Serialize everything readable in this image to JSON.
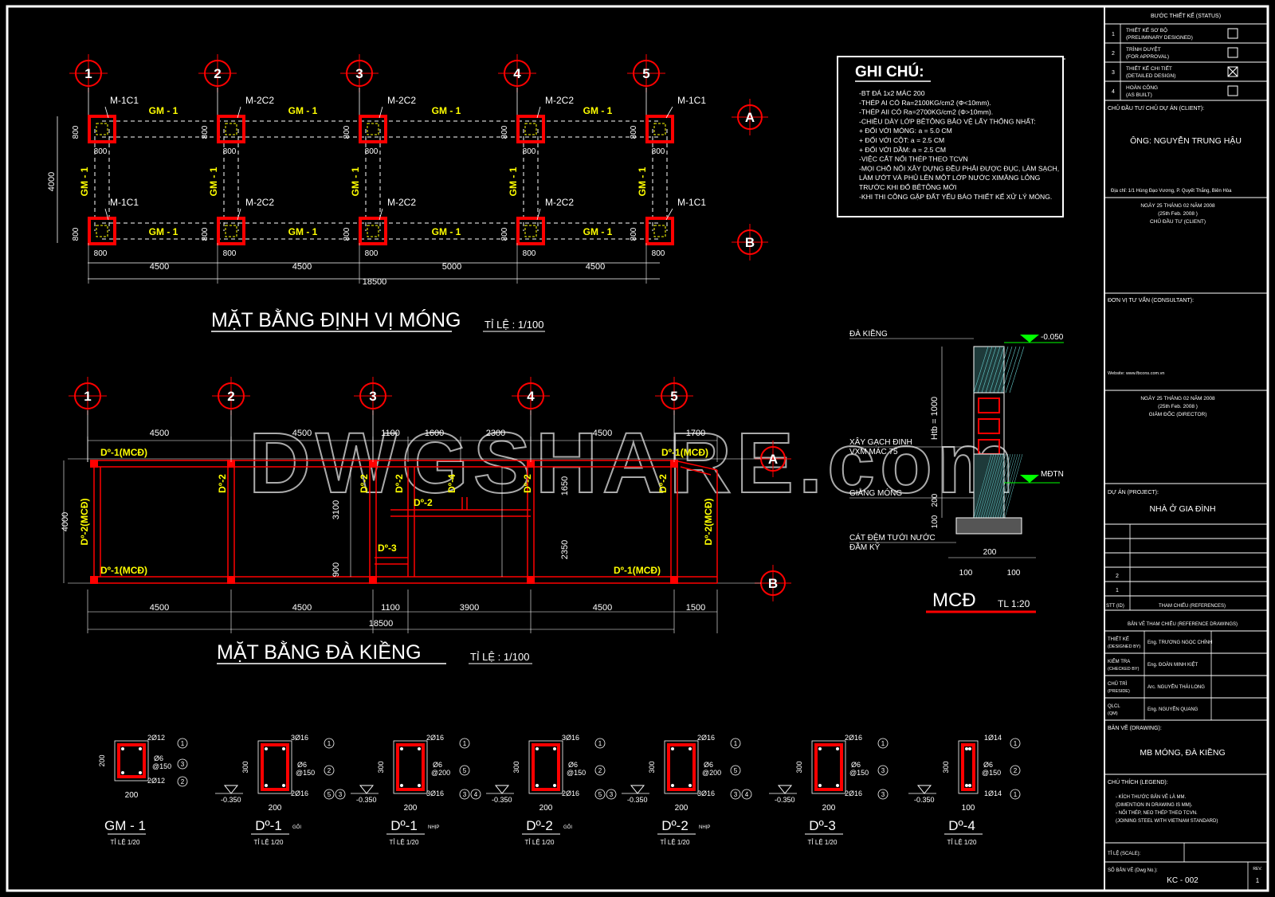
{
  "foundation_plan": {
    "title": "MẶT BẰNG ĐỊNH VỊ MÓNG",
    "scale": "TỈ LỆ : 1/100",
    "grid_cols": [
      "1",
      "2",
      "3",
      "4",
      "5"
    ],
    "grid_rows": [
      "A",
      "B"
    ],
    "top_dims": [
      "4500",
      "4500",
      "5000",
      "4500"
    ],
    "total": "18500",
    "side_dim": "4000",
    "footing_size": "800",
    "beam_label": "GM - 1",
    "footings_top": [
      "M-1C1",
      "M-2C2",
      "M-2C2",
      "M-2C2",
      "M-1C1"
    ],
    "footings_bottom": [
      "M-1C1",
      "M-2C2",
      "M-2C2",
      "M-2C2",
      "M-1C1"
    ]
  },
  "notes": {
    "title": "GHI CHÚ:",
    "lines": [
      "-BT ĐÁ 1x2 MÁC 200",
      "-THÉP AI CÓ Ra=2100KG/cm2 (Φ<10mm).",
      "-THÉP AII CÓ Ra=2700KG/cm2 (Φ>10mm).",
      "-CHIỀU DÀY LỚP BÊTÔNG BẢO VỆ LẤY THỐNG NHẤT:",
      "   + ĐỐI VỚI MÓNG: a = 5.0 CM",
      "   + ĐỐI VỚI CỘT:     a = 2.5 CM",
      "   + ĐỐI VỚI DẦM:   a = 2.5 CM",
      "-VIỆC CẮT NỐI THÉP THEO TCVN",
      "-MỌI CHỖ NỐI XÂY DỰNG ĐỀU PHẢI ĐƯỢC ĐỤC, LÀM SẠCH,",
      " LÀM ƯỚT VÀ PHỦ LÊN MỘT LỚP NƯỚC XIMĂNG LỎNG",
      " TRƯỚC KHI ĐỔ BÊTÔNG MỚI",
      "-KHI THI CÔNG GẶP ĐẤT YẾU BÁO THIẾT KẾ XỬ LÝ MÓNG."
    ]
  },
  "tie_beam_plan": {
    "title": "MẶT BẰNG ĐÀ KIỀNG",
    "scale": "TỈ LỆ : 1/100",
    "top_dims": [
      "4500",
      "4500",
      "1100",
      "1600",
      "2300",
      "4500",
      "1700"
    ],
    "bottom_dims": [
      "4500",
      "4500",
      "1100",
      "3900",
      "4500",
      "1500"
    ],
    "total": "18500",
    "side_dim": "4000",
    "inner_dims": [
      "3100",
      "900",
      "1650",
      "2350"
    ],
    "labels": [
      "Dº-1(MCĐ)",
      "Dº-1(MCĐ)",
      "Dº-1(MCĐ)",
      "Dº-1(MCĐ)",
      "Dº-2(MCĐ)",
      "Dº-2(MCĐ)",
      "Dº-2",
      "Dº-2",
      "Dº-2",
      "Dº-2",
      "Dº-2",
      "Dº-2",
      "Dº-4",
      "Dº-3"
    ]
  },
  "mcd_section": {
    "title": "MCĐ",
    "scale": "TL 1:20",
    "labels": [
      "ĐÀ KIỀNG",
      "XÂY GẠCH ĐINH",
      "VXM MÁC 75",
      "GIẰNG MÓNG",
      "CÁT ĐỆM TƯỚI NƯỚC",
      "ĐẦM KỸ"
    ],
    "elev_top": "-0.050",
    "elev_ground": "MĐTN",
    "htb": "Htb = 1000",
    "dims": [
      "200",
      "100",
      "100",
      "200",
      "100"
    ]
  },
  "sections": [
    {
      "name": "GM - 1",
      "sub": "",
      "scale": "TỈ LỆ 1/20",
      "top": "2Ø12",
      "bot": "2Ø12",
      "stirrup": "Ø6",
      "spacing": "@150",
      "h": "200",
      "w": "200",
      "marks": [
        "1",
        "3",
        "2"
      ]
    },
    {
      "name": "Dº-1",
      "sub": "GỐI",
      "scale": "TỈ LỆ 1/20",
      "top": "3Ø16",
      "bot": "2Ø16",
      "stirrup": "Ø6",
      "spacing": "@150",
      "h": "300",
      "w": "200",
      "elev": "-0.350",
      "marks": [
        "1",
        "2",
        "5",
        "3"
      ]
    },
    {
      "name": "Dº-1",
      "sub": "NHỊP",
      "scale": "TỈ LỆ 1/20",
      "top": "2Ø16",
      "bot": "3Ø16",
      "stirrup": "Ø6",
      "spacing": "@200",
      "h": "300",
      "w": "200",
      "elev": "-0.350",
      "marks": [
        "1",
        "5",
        "3",
        "4"
      ]
    },
    {
      "name": "Dº-2",
      "sub": "GỐI",
      "scale": "TỈ LỆ 1/20",
      "top": "3Ø16",
      "bot": "2Ø16",
      "stirrup": "Ø6",
      "spacing": "@150",
      "h": "300",
      "w": "200",
      "elev": "-0.350",
      "marks": [
        "1",
        "2",
        "5",
        "3"
      ]
    },
    {
      "name": "Dº-2",
      "sub": "NHỊP",
      "scale": "TỈ LỆ 1/20",
      "top": "2Ø16",
      "bot": "3Ø16",
      "stirrup": "Ø6",
      "spacing": "@200",
      "h": "300",
      "w": "200",
      "elev": "-0.350",
      "marks": [
        "1",
        "5",
        "3",
        "4"
      ]
    },
    {
      "name": "Dº-3",
      "sub": "",
      "scale": "TỈ LỆ 1/20",
      "top": "2Ø16",
      "bot": "2Ø16",
      "stirrup": "Ø6",
      "spacing": "@150",
      "h": "300",
      "w": "200",
      "elev": "-0.350",
      "marks": [
        "1",
        "3",
        "3"
      ]
    },
    {
      "name": "Dº-4",
      "sub": "",
      "scale": "TỈ LỆ 1/20",
      "top": "1Ø14",
      "bot": "1Ø14",
      "stirrup": "Ø6",
      "spacing": "@150",
      "h": "300",
      "w": "100",
      "elev": "-0.350",
      "marks": [
        "1",
        "2",
        "1"
      ]
    }
  ],
  "watermark": "DWGSHARE.com",
  "title_block": {
    "status_title": "BƯỚC THIẾT KẾ (STATUS)",
    "status": [
      {
        "no": "1",
        "vn": "THIẾT KẾ SƠ BỘ",
        "en": "(PRELIMINARY DESIGNED)",
        "checked": false
      },
      {
        "no": "2",
        "vn": "TRÌNH DUYỆT",
        "en": "(FOR APPROVAL)",
        "checked": false
      },
      {
        "no": "3",
        "vn": "THIẾT KẾ CHI TIẾT",
        "en": "(DETAILED DESIGN)",
        "checked": true
      },
      {
        "no": "4",
        "vn": "HOÀN CÔNG",
        "en": "(AS BUILT)",
        "checked": false
      }
    ],
    "client_label": "CHỦ ĐẦU TƯ/ CHỦ DỰ ÁN (CLIENT):",
    "client_name": "ÔNG: NGUYỄN TRUNG HẬU",
    "client_addr": "Địa chỉ: 1/1 Hùng Đạo Vương, P. Quyết Thắng, Biên Hòa",
    "date_line1": "NGÀY 25 THÁNG 02 NĂM 2008",
    "date_line2": "(25th Feb. 2008 )",
    "client_role": "CHỦ ĐẦU TƯ (CLIENT)",
    "consultant_label": "ĐƠN VỊ TƯ VẤN (CONSULTANT):",
    "website": "Website: www.fbcons.com.vn",
    "director": "GIÁM ĐỐC (DIRECTOR)",
    "project_label": "DỰ ÁN (PROJECT):",
    "project_name": "NHÀ Ở GIA ĐÌNH",
    "rev_rows": [
      "2",
      "1"
    ],
    "rev_head_stt": "STT (ID)",
    "rev_head_ref": "THAM CHIẾU (REFERENCES)",
    "ref_drawings": "BẢN VẼ THAM CHIẾU (REFERENCE DRAWINGS)",
    "people": [
      {
        "role": "THIẾT KẾ",
        "role_en": "(DESIGNED BY)",
        "name": "Eng. TRƯƠNG NGỌC CHÍNH"
      },
      {
        "role": "KIỂM TRA",
        "role_en": "(CHECKED BY)",
        "name": "Eng. ĐOÀN MINH KIỆT"
      },
      {
        "role": "CHỦ TRÌ",
        "role_en": "(PRESIDE)",
        "name": "Arc. NGUYỄN THÁI LONG"
      },
      {
        "role": "QLCL",
        "role_en": "(QM)",
        "name": "Eng. NGUYỄN QUANG"
      }
    ],
    "drawing_label": "BẢN VẼ (DRAWING):",
    "drawing_name": "MB MÓNG, ĐÀ KIỀNG",
    "legend_label": "CHÚ THÍCH (LEGEND):",
    "legend": [
      "- KÍCH THƯỚC BẢN VẼ LÀ MM.",
      "  (DIMENTION IN DRAWING IS MM).",
      "- NỐI THÉP, NEO THÉP THEO TCVN.",
      "  (JOINING STEEL WITH VIETNAM STANDARD)"
    ],
    "scale_label": "TỈ LỆ (SCALE):",
    "dwg_no_label": "SỐ BẢN VẼ (Dwg No.):",
    "dwg_no": "KC - 002",
    "rev_label": "REV.",
    "rev": "1"
  }
}
